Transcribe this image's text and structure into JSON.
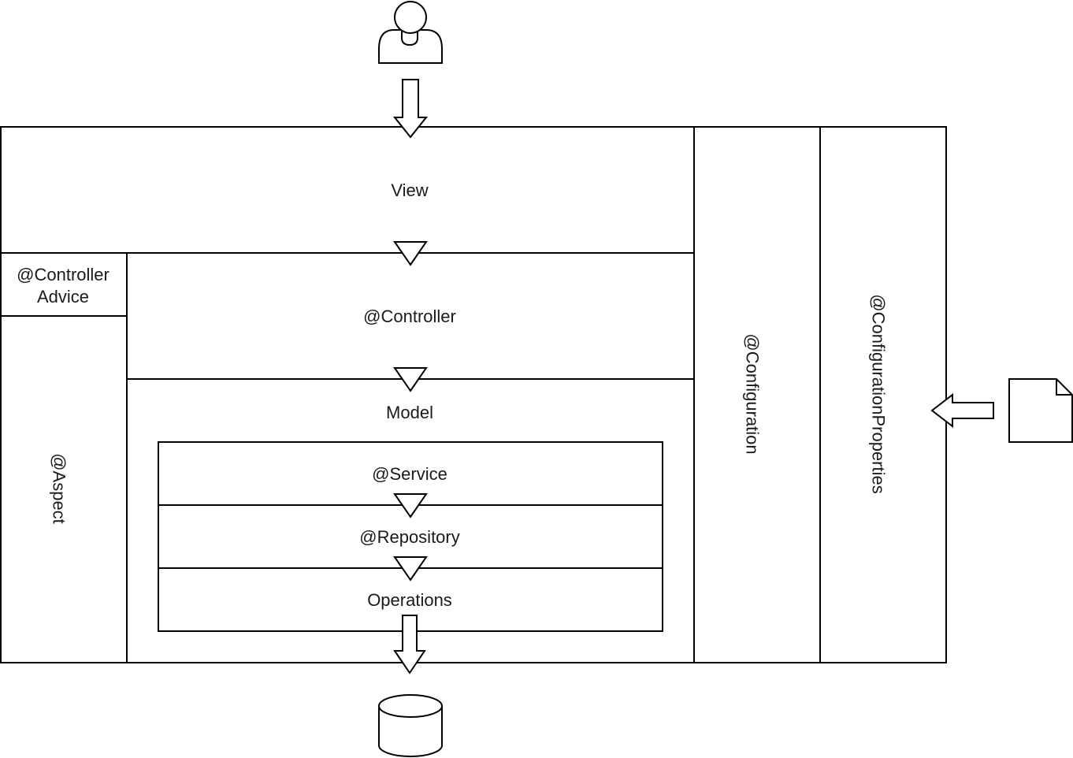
{
  "diagram": {
    "labels": {
      "view": "View",
      "controller_advice_line1": "@Controller",
      "controller_advice_line2": "Advice",
      "controller": "@Controller",
      "model": "Model",
      "service": "@Service",
      "repository": "@Repository",
      "operations": "Operations",
      "aspect": "@Aspect",
      "configuration": "@Configuration",
      "configuration_properties": "@ConfigurationProperties"
    },
    "icons": {
      "user": "user-icon",
      "database": "database-icon",
      "document": "document-icon"
    },
    "colors": {
      "stroke": "#000000",
      "fill": "#ffffff",
      "text": "#1a1a1a"
    }
  }
}
